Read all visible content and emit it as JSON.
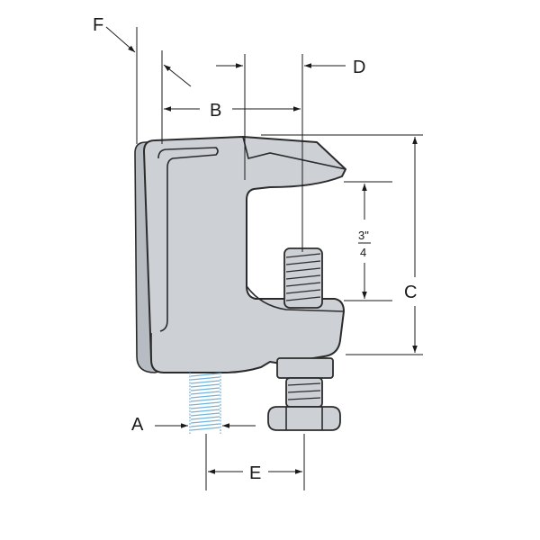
{
  "labels": {
    "a": "A",
    "b": "B",
    "c": "C",
    "d": "D",
    "e": "E",
    "f": "F",
    "gap_num": "3\"",
    "gap_den": "4"
  },
  "colors": {
    "clamp_body": "#cdd1d6",
    "clamp_shade": "#b7bcc2",
    "outline": "#2b2b2b",
    "threaded_rod": "#6fb4dc"
  }
}
